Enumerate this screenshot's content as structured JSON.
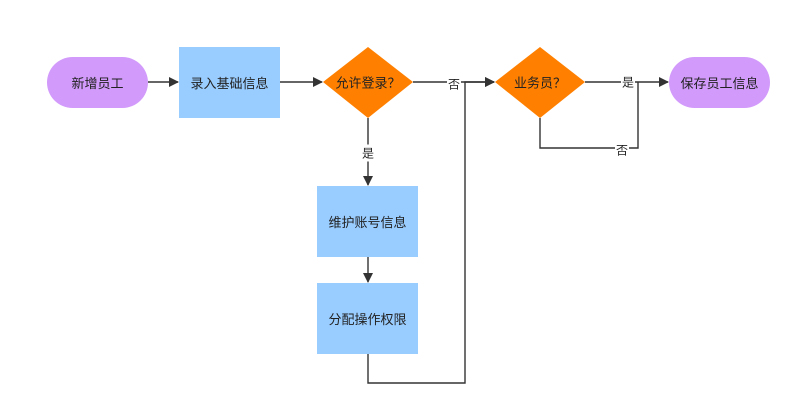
{
  "nodes": {
    "start": "新增员工",
    "enter_basic": "录入基础信息",
    "allow_login": "允许登录？",
    "maintain_account": "维护账号信息",
    "assign_permission": "分配操作权限",
    "is_salesperson": "业务员？",
    "save_employee": "保存员工信息"
  },
  "edge_labels": {
    "login_yes": "是",
    "login_no": "否",
    "sales_yes": "是",
    "sales_no": "否"
  },
  "colors": {
    "terminal": "#d29bfb",
    "process": "#99ccff",
    "decision": "#ff8000",
    "edge": "#333333"
  }
}
